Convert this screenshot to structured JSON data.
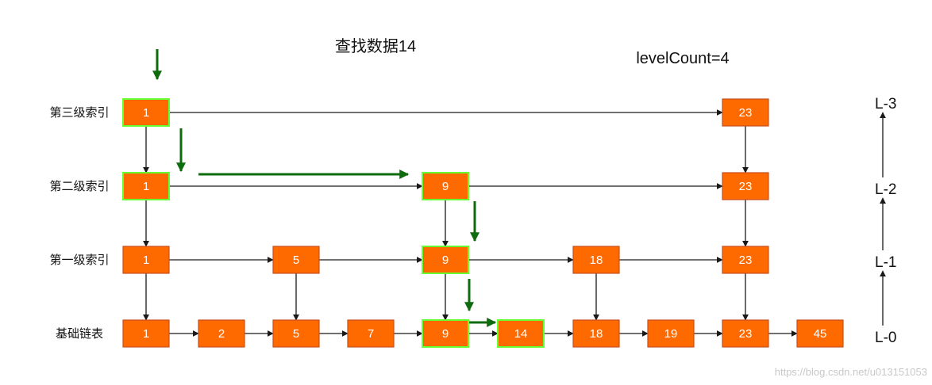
{
  "title": "查找数据14",
  "level_count": "levelCount=4",
  "watermark": "https://blog.csdn.net/u013151053",
  "colors": {
    "node_fill": "#ff6a00",
    "node_border": "#c94f1e",
    "highlight_border": "#66ff33",
    "arrow": "#1a1a1a",
    "search_arrow": "#0e6b0e"
  },
  "levels": [
    {
      "name": "第三级索引",
      "nodes": [
        {
          "value": "1",
          "highlight": true
        },
        {
          "value": "23",
          "highlight": false
        }
      ]
    },
    {
      "name": "第二级索引",
      "nodes": [
        {
          "value": "1",
          "highlight": true
        },
        {
          "value": "9",
          "highlight": true
        },
        {
          "value": "23",
          "highlight": false
        }
      ]
    },
    {
      "name": "第一级索引",
      "nodes": [
        {
          "value": "1",
          "highlight": false
        },
        {
          "value": "5",
          "highlight": false
        },
        {
          "value": "9",
          "highlight": true
        },
        {
          "value": "18",
          "highlight": false
        },
        {
          "value": "23",
          "highlight": false
        }
      ]
    },
    {
      "name": "基础链表",
      "nodes": [
        {
          "value": "1",
          "highlight": false
        },
        {
          "value": "2",
          "highlight": false
        },
        {
          "value": "5",
          "highlight": false
        },
        {
          "value": "7",
          "highlight": false
        },
        {
          "value": "9",
          "highlight": true
        },
        {
          "value": "14",
          "highlight": true
        },
        {
          "value": "18",
          "highlight": false
        },
        {
          "value": "19",
          "highlight": false
        },
        {
          "value": "23",
          "highlight": false
        },
        {
          "value": "45",
          "highlight": false
        }
      ]
    }
  ],
  "level_axis": [
    "L-3",
    "L-2",
    "L-1",
    "L-0"
  ]
}
